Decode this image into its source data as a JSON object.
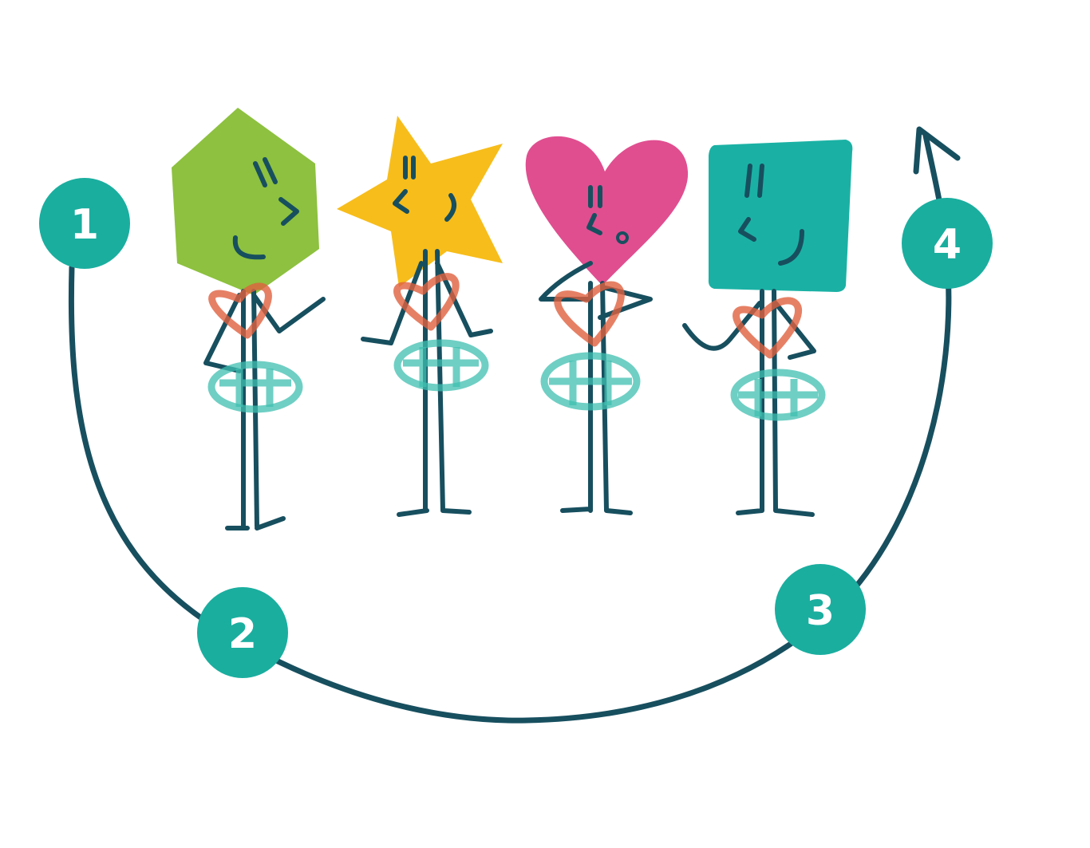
{
  "steps": [
    {
      "label": "1"
    },
    {
      "label": "2"
    },
    {
      "label": "3"
    },
    {
      "label": "4"
    }
  ],
  "colors": {
    "step_circle": "#1aae9f",
    "cycle_arrow": "#174f5f",
    "hexagon": "#8dc13f",
    "star": "#f7bd1b",
    "heart": "#e04e90",
    "square": "#1ab1a4",
    "chest_heart": "#e0603f"
  }
}
